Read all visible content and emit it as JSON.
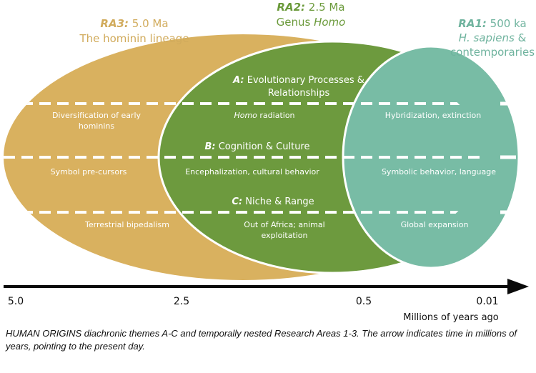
{
  "colors": {
    "ra3": "#d9b15f",
    "ra3_text": "#d1ab5c",
    "ra2": "#6d9a3e",
    "ra2_text": "#6b9a3b",
    "ra1": "#78bca5",
    "ra1_text": "#6fb39e",
    "arrow": "#0a0a0a"
  },
  "research_areas": {
    "ra3": {
      "code": "RA3:",
      "age": " 5.0 Ma",
      "label": "The hominin lineage"
    },
    "ra2": {
      "code": "RA2:",
      "age": " 2.5 Ma",
      "label_prefix": "Genus ",
      "label_italic": "Homo"
    },
    "ra1": {
      "code": "RA1:",
      "age": " 500 ka",
      "label_line1_italic": "H. sapiens",
      "label_line1_suffix": " &",
      "label_line2": "contemporaries"
    }
  },
  "themes": {
    "a": {
      "letter": "A:",
      "title_line1": " Evolutionary Processes &",
      "title_line2": "Relationships"
    },
    "b": {
      "letter": "B:",
      "title": " Cognition & Culture"
    },
    "c": {
      "letter": "C:",
      "title": " Niche & Range"
    }
  },
  "cells": {
    "ra3_a_line1": "Diversification of early",
    "ra3_a_line2": "hominins",
    "ra3_b": "Symbol pre-cursors",
    "ra3_c": "Terrestrial bipedalism",
    "ra2_a_italic": "Homo",
    "ra2_a_rest": " radiation",
    "ra2_b": "Encephalization, cultural behavior",
    "ra2_c_line1": "Out of Africa; animal",
    "ra2_c_line2": "exploitation",
    "ra1_a": "Hybridization, extinction",
    "ra1_b": "Symbolic behavior, language",
    "ra1_c": "Global expansion"
  },
  "axis": {
    "ticks": [
      "5.0",
      "2.5",
      "0.5",
      "0.01"
    ],
    "unit_label": "Millions of years ago"
  },
  "caption": "HUMAN ORIGINS diachronic themes A-C and temporally nested Research Areas 1-3. The arrow indicates time in millions of years, pointing to the present day."
}
